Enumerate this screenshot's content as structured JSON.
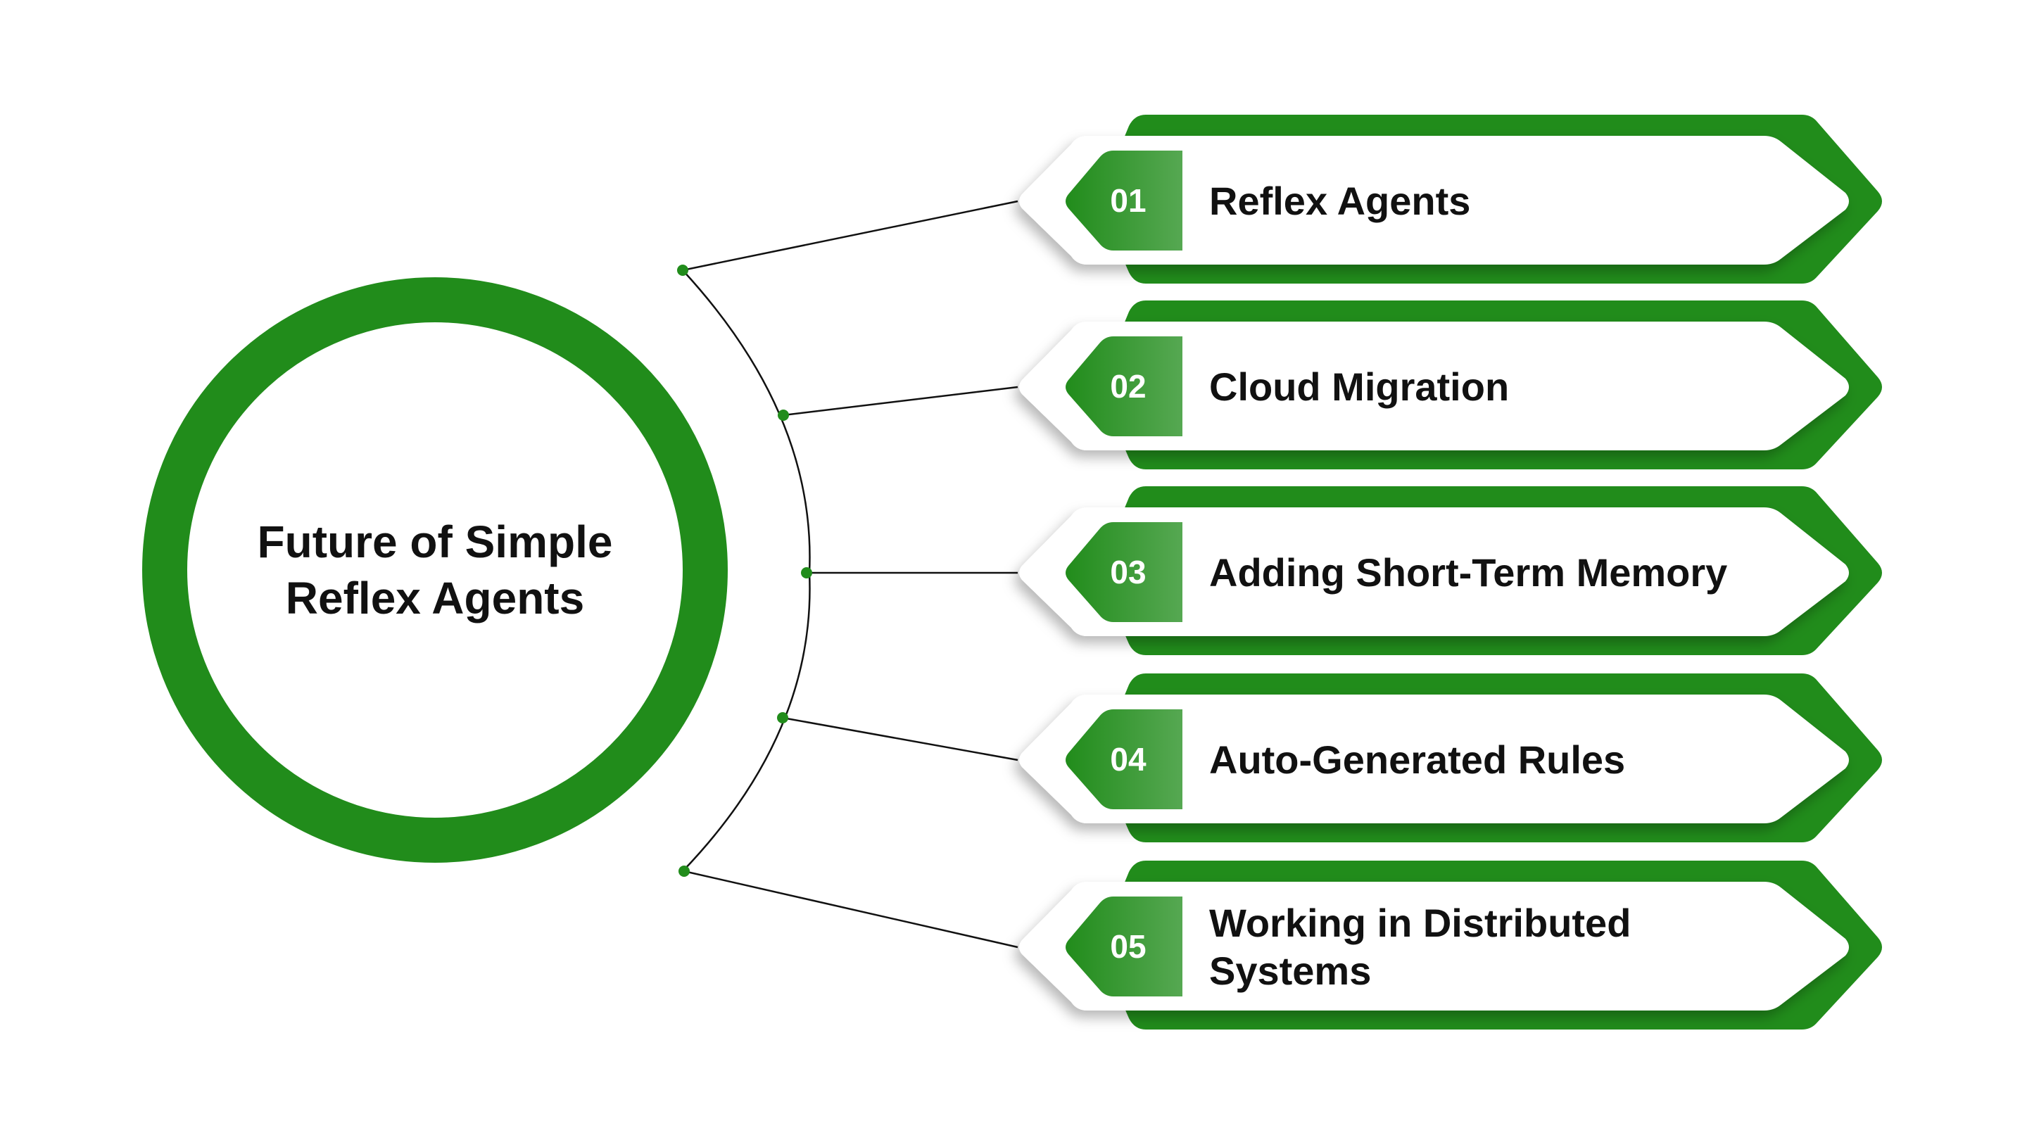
{
  "diagram": {
    "center": {
      "title": "Future of Simple Reflex Agents"
    },
    "colors": {
      "primary_green": "#218c1b",
      "badge_green": "#4ea34a",
      "connector": "#111111",
      "card_fill": "#ffffff"
    },
    "items": [
      {
        "number": "01",
        "label": "Reflex Agents"
      },
      {
        "number": "02",
        "label": "Cloud Migration"
      },
      {
        "number": "03",
        "label": "Adding Short-Term Memory"
      },
      {
        "number": "04",
        "label": "Auto-Generated Rules"
      },
      {
        "number": "05",
        "label": "Working in Distributed Systems"
      }
    ]
  }
}
